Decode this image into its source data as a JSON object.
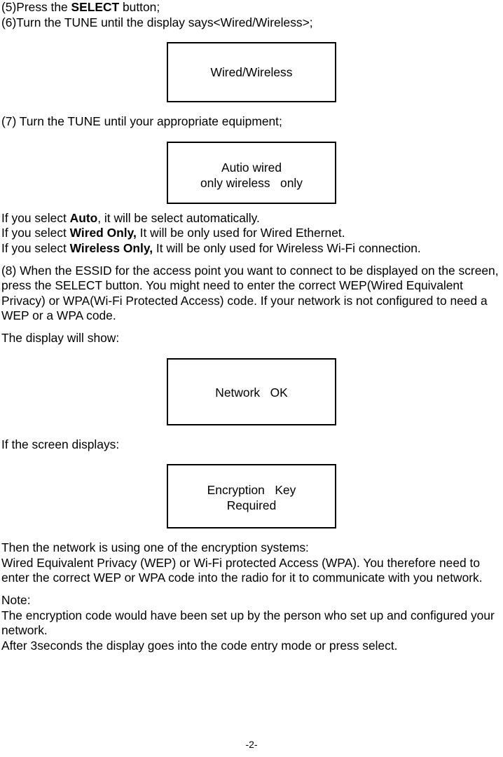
{
  "document": {
    "page_label": "-2-"
  },
  "steps": {
    "step5_prefix": "(5)Press the ",
    "step5_bold": "SELECT",
    "step5_suffix": " button;",
    "step6": "(6)Turn the TUNE until the display says<Wired/Wireless>;",
    "step7": "(7) Turn the TUNE until your appropriate equipment;",
    "step8": "(8) When the ESSID for the access point you want to connect to be displayed on the screen, press the SELECT button. You might need to enter the correct WEP(Wired Equivalent Privacy) or WPA(Wi-Fi Protected Access) code. If your network is not configured to need a WEP or a WPA code."
  },
  "displays": {
    "wired_wireless": {
      "lines": [
        "Wired/Wireless"
      ]
    },
    "auto_modes": {
      "lines": [
        "Autio wired",
        "only wireless   only"
      ]
    },
    "network_ok": {
      "lines": [
        "Network   OK"
      ]
    },
    "encryption_key": {
      "lines": [
        "Encryption   Key",
        "Required"
      ]
    }
  },
  "selection_notes": {
    "auto_prefix": "If you select ",
    "auto_bold": "Auto",
    "auto_suffix": ", it will be select automatically.",
    "wired_prefix": "If you select ",
    "wired_bold": "Wired Only,",
    "wired_suffix": " It will be only used for Wired Ethernet.",
    "wireless_prefix": "If you select ",
    "wireless_bold": "Wireless Only,",
    "wireless_suffix": " It will be only used for Wireless Wi-Fi connection."
  },
  "labels": {
    "display_will_show": "The display will show:",
    "if_screen_displays": "If the screen displays:"
  },
  "encryption_explanation": {
    "line1": "Then the network is using one of the encryption systems:",
    "body": "Wired Equivalent Privacy (WEP) or Wi-Fi protected Access (WPA). You therefore need to enter the correct WEP or WPA code into the radio for it to communicate with you network."
  },
  "note": {
    "heading": "Note:",
    "body": "The encryption code would have been set up by the person who set up and configured your network.",
    "last_line": "After 3seconds the display goes into the code entry mode or press select."
  }
}
